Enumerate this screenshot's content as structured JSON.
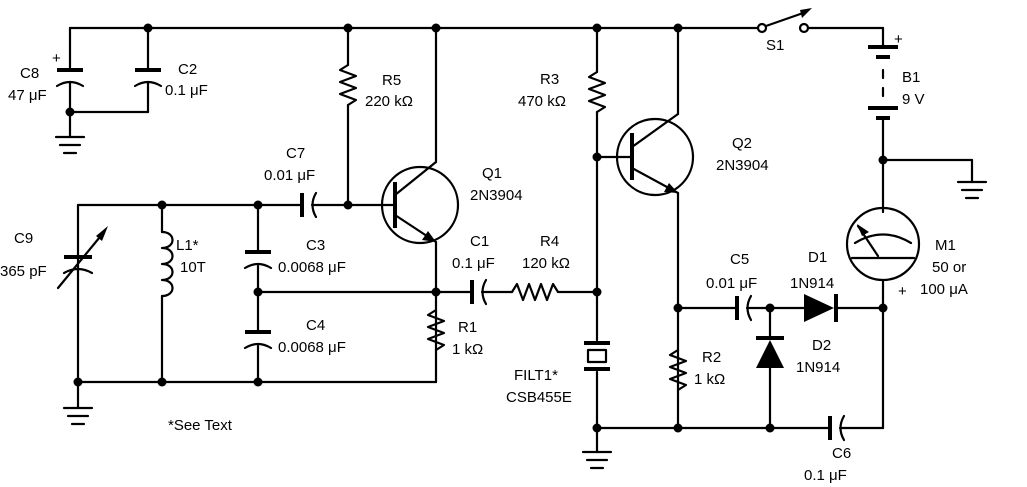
{
  "components": {
    "c8": {
      "ref": "C8",
      "value": "47 μF"
    },
    "c2": {
      "ref": "C2",
      "value": "0.1 μF"
    },
    "r5": {
      "ref": "R5",
      "value": "220 kΩ"
    },
    "c7": {
      "ref": "C7",
      "value": "0.01 μF"
    },
    "q1": {
      "ref": "Q1",
      "value": "2N3904"
    },
    "c9": {
      "ref": "C9",
      "value": "365 pF"
    },
    "l1": {
      "ref": "L1*",
      "value": "10T"
    },
    "c3": {
      "ref": "C3",
      "value": "0.0068 μF"
    },
    "c4": {
      "ref": "C4",
      "value": "0.0068 μF"
    },
    "c1": {
      "ref": "C1",
      "value": "0.1 μF"
    },
    "r4": {
      "ref": "R4",
      "value": "120 kΩ"
    },
    "r1": {
      "ref": "R1",
      "value": "1 kΩ"
    },
    "r3": {
      "ref": "R3",
      "value": "470 kΩ"
    },
    "q2": {
      "ref": "Q2",
      "value": "2N3904"
    },
    "filt1": {
      "ref": "FILT1*",
      "value": "CSB455E"
    },
    "r2": {
      "ref": "R2",
      "value": "1 kΩ"
    },
    "c5": {
      "ref": "C5",
      "value": "0.01 μF"
    },
    "d1": {
      "ref": "D1",
      "value": "1N914"
    },
    "d2": {
      "ref": "D2",
      "value": "1N914"
    },
    "c6": {
      "ref": "C6",
      "value": "0.1 μF"
    },
    "s1": {
      "ref": "S1"
    },
    "b1": {
      "ref": "B1",
      "value": "9 V"
    },
    "m1": {
      "ref": "M1",
      "value_line1": "50 or",
      "value_line2": "100 μA"
    }
  },
  "polarity": {
    "c8_plus": "+",
    "b1_plus": "+",
    "m1_plus": "+"
  },
  "footnote": "*See Text"
}
